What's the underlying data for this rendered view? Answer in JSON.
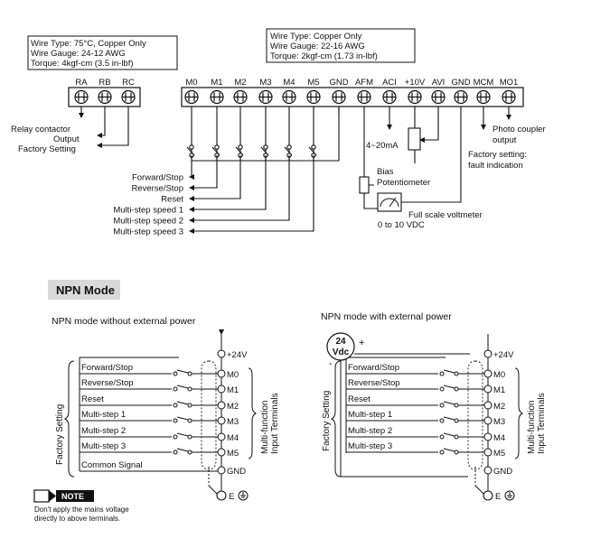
{
  "top": {
    "relay_spec": [
      "Wire Type: 75°C, Copper Only",
      "Wire Gauge: 24-12 AWG",
      "Torque: 4kgf-cm (3.5 in-lbf)"
    ],
    "ctrl_spec": [
      "Wire Type:  Copper Only",
      "Wire Gauge: 22-16 AWG",
      "Torque: 2kgf-cm (1.73 in-lbf)"
    ],
    "relay_terminals": [
      "RA",
      "RB",
      "RC"
    ],
    "ctrl_terminals": [
      "M0",
      "M1",
      "M2",
      "M3",
      "M4",
      "M5",
      "GND",
      "AFM",
      "ACI",
      "+10V",
      "AVI",
      "GND",
      "MCM",
      "MO1"
    ],
    "relay_labels": [
      "Relay contactor",
      "Output",
      "Factory Setting"
    ],
    "input_functions": [
      "Forward/Stop",
      "Reverse/Stop",
      "Reset",
      "Multi-step speed 1",
      "Multi-step speed 2",
      "Multi-step speed 3"
    ],
    "aci_label": "4~20mA",
    "bias_label": [
      "Bias",
      "Potentiometer"
    ],
    "voltmeter_label": [
      "Full scale voltmeter",
      "0 to 10 VDC"
    ],
    "photo_label": [
      "Photo coupler",
      "output"
    ],
    "mo1_default": [
      "Factory setting:",
      "fault indication"
    ]
  },
  "npn": {
    "title": "NPN Mode",
    "left": {
      "title": "NPN mode without external power",
      "items": [
        "Forward/Stop",
        "Reverse/Stop",
        "Reset",
        "Multi-step 1",
        "Multi-step 2",
        "Multi-step 3",
        "Common Signal"
      ],
      "terminals": [
        "+24V",
        "M0",
        "M1",
        "M2",
        "M3",
        "M4",
        "M5",
        "GND"
      ],
      "earth": "E",
      "side_label": "Factory Setting",
      "right_label": [
        "Multi-function",
        "Input Terminals"
      ]
    },
    "right": {
      "title": "NPN mode with external power",
      "source": [
        "24",
        "Vdc"
      ],
      "plus": "+",
      "minus": "-",
      "items": [
        "Forward/Stop",
        "Reverse/Stop",
        "Reset",
        "Multi-step 1",
        "Multi-step 2",
        "Multi-step 3"
      ],
      "terminals": [
        "+24V",
        "M0",
        "M1",
        "M2",
        "M3",
        "M4",
        "M5",
        "GND"
      ],
      "earth": "E",
      "side_label": "Factory Setting",
      "right_label": [
        "Multi-function",
        "Input Terminals"
      ]
    },
    "note_label": "NOTE",
    "note_text": [
      "Don't apply the mains voltage",
      "directly to above terminals."
    ]
  }
}
